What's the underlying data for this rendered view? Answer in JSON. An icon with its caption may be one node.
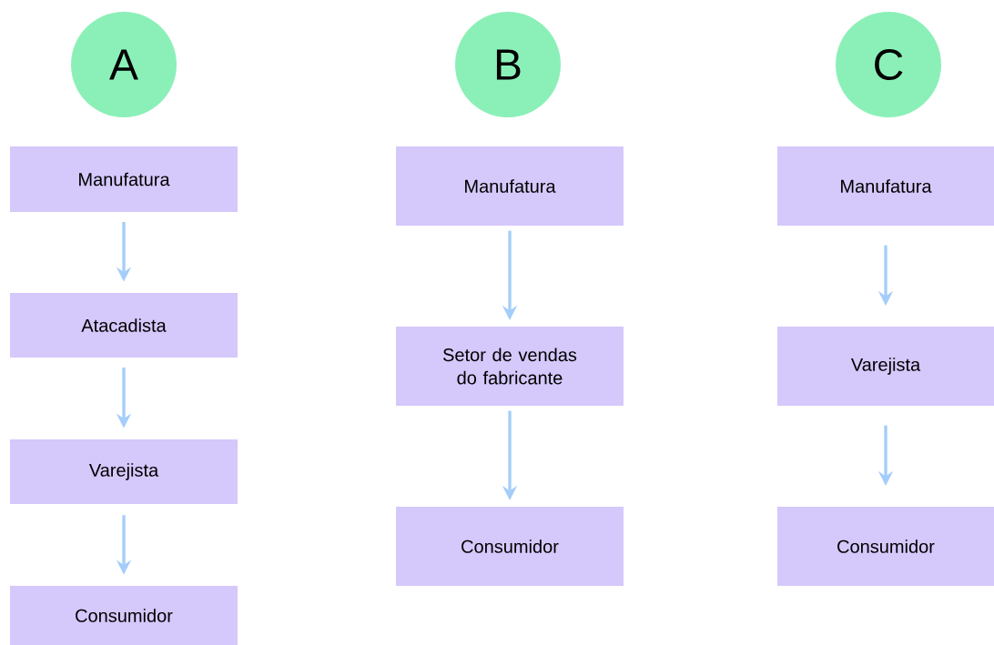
{
  "diagram": {
    "nodes": [
      {
        "text": [
          "A"
        ]
      },
      {
        "text": [
          "Manufatura"
        ]
      },
      {
        "text": [
          "Atacadista"
        ]
      },
      {
        "text": [
          "Varejista"
        ]
      },
      {
        "text": [
          "Consumidor"
        ]
      },
      {
        "text": [
          "B"
        ]
      },
      {
        "text": [
          "Manufatura"
        ]
      },
      {
        "text": [
          "Setor de vendas do fabricante"
        ]
      },
      {
        "text": [
          "Consumidor"
        ]
      },
      {
        "text": [
          "C"
        ]
      },
      {
        "text": [
          "Manufatura"
        ]
      },
      {
        "text": [
          "Varejista"
        ]
      },
      {
        "text": [
          "Consumidor"
        ]
      }
    ],
    "edges": [
      {
        "from": 1,
        "to": 2,
        "arrow": "to"
      },
      {
        "from": 2,
        "to": 3,
        "arrow": "to"
      },
      {
        "from": 3,
        "to": 4,
        "arrow": "to"
      },
      {
        "from": 6,
        "to": 7,
        "arrow": "to"
      },
      {
        "from": 7,
        "to": 8,
        "arrow": "to"
      },
      {
        "from": 10,
        "to": 11,
        "arrow": "to"
      },
      {
        "from": 11,
        "to": 12,
        "arrow": "to"
      }
    ]
  }
}
